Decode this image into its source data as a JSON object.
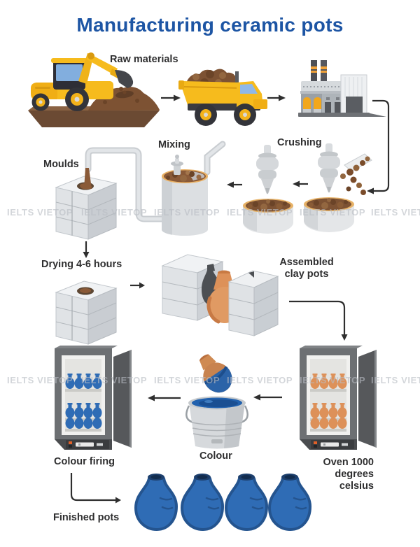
{
  "title": "Manufacturing ceramic pots",
  "watermark": "IELTS VIETOP",
  "labels": {
    "raw_materials": "Raw materials",
    "moulds": "Moulds",
    "mixing": "Mixing",
    "crushing": "Crushing",
    "drying": "Drying 4-6 hours",
    "assembled_clay_pots": "Assembled clay pots",
    "colour_firing": "Colour firing",
    "colour": "Colour",
    "oven": "Oven 1000 degrees celsius",
    "finished_pots": "Finished pots"
  },
  "process_order": [
    "Raw materials",
    "Crushing",
    "Mixing",
    "Moulds",
    "Drying 4-6 hours",
    "Assembled clay pots",
    "Oven 1000 degrees celsius",
    "Colour",
    "Colour firing",
    "Finished pots"
  ],
  "colors": {
    "title_blue": "#1d55a4",
    "vehicle_yellow": "#f6bb1d",
    "earth_brown": "#7d5233",
    "clay_orange": "#e09a63",
    "glaze_blue": "#2f6cb5",
    "oven_grey": "#6d7073",
    "arrow_dark": "#2e2e2e",
    "watermark_grey": "#b9bdc4"
  }
}
